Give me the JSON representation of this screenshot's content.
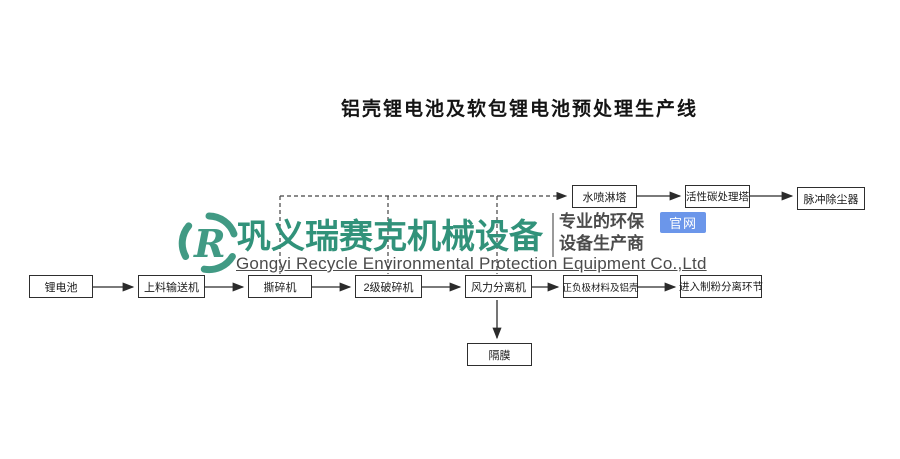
{
  "title": "铝壳锂电池及软包锂电池预处理生产线",
  "brand": {
    "logo_icon": "recycle-r-swirl-icon",
    "name_cn": "巩义瑞赛克机械设备",
    "name_en": "Gongyi Recycle Environmental Protection Equipment Co.,Ltd",
    "tagline_line1": "专业的环保",
    "tagline_line2": "设备生产商",
    "badge_label": "官网",
    "brand_color": "#31927a",
    "badge_color": "#6b96ea"
  },
  "flowchart": {
    "main_row": [
      {
        "label": "锂电池"
      },
      {
        "label": "上料输送机"
      },
      {
        "label": "撕碎机"
      },
      {
        "label": "2级破碎机"
      },
      {
        "label": "风力分离机"
      },
      {
        "label": "正负极材料及铝壳"
      },
      {
        "label": "进入制粉分离环节"
      }
    ],
    "exhaust_row": [
      {
        "label": "水喷淋塔"
      },
      {
        "label": "活性碳处理塔"
      },
      {
        "label": "脉冲除尘器"
      }
    ],
    "separator_node": {
      "label": "隔膜"
    },
    "connections": [
      {
        "from": "锂电池",
        "to": "上料输送机",
        "style": "solid-arrow"
      },
      {
        "from": "上料输送机",
        "to": "撕碎机",
        "style": "solid-arrow"
      },
      {
        "from": "撕碎机",
        "to": "2级破碎机",
        "style": "solid-arrow"
      },
      {
        "from": "2级破碎机",
        "to": "风力分离机",
        "style": "solid-arrow"
      },
      {
        "from": "风力分离机",
        "to": "正负极材料及铝壳",
        "style": "solid-arrow"
      },
      {
        "from": "正负极材料及铝壳",
        "to": "进入制粉分离环节",
        "style": "solid-arrow"
      },
      {
        "from": "风力分离机",
        "to": "隔膜",
        "style": "solid-arrow"
      },
      {
        "from": "撕碎机",
        "to": "水喷淋塔",
        "style": "dashed-arrow"
      },
      {
        "from": "2级破碎机",
        "to": "水喷淋塔",
        "style": "dashed-arrow"
      },
      {
        "from": "风力分离机",
        "to": "水喷淋塔",
        "style": "dashed-arrow"
      },
      {
        "from": "水喷淋塔",
        "to": "活性碳处理塔",
        "style": "solid-arrow"
      },
      {
        "from": "活性碳处理塔",
        "to": "脉冲除尘器",
        "style": "solid-arrow"
      }
    ]
  }
}
